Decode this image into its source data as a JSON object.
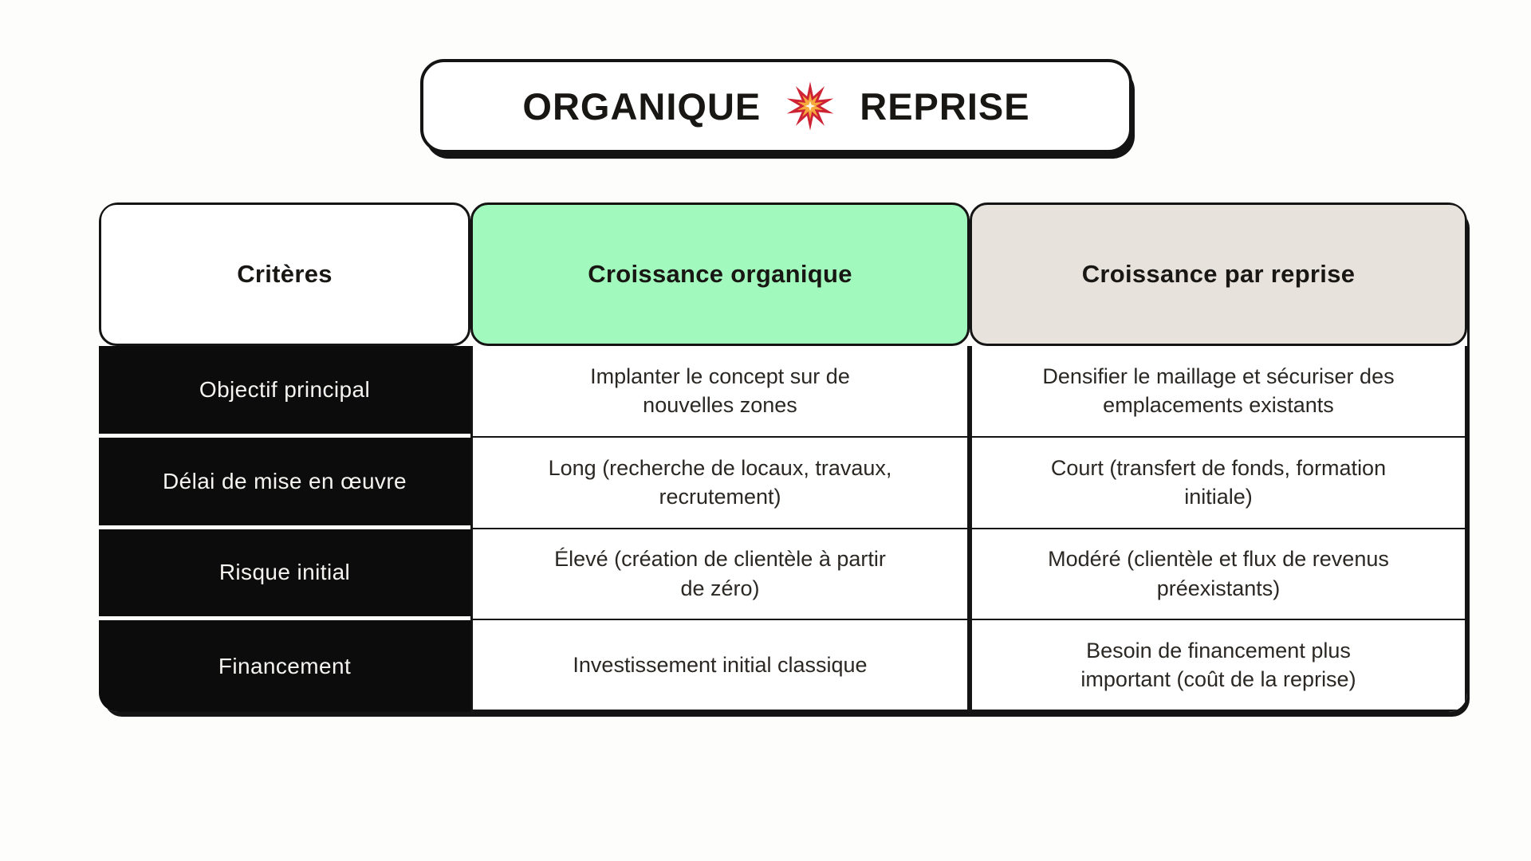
{
  "title": {
    "left": "ORGANIQUE",
    "right": "REPRISE",
    "icon": {
      "name": "collision-burst",
      "char": "💥"
    }
  },
  "table": {
    "columns": [
      {
        "label": "Critères",
        "bg": "#FFFFFF"
      },
      {
        "label": "Croissance organique",
        "bg": "#A2F9BD"
      },
      {
        "label": "Croissance par reprise",
        "bg": "#E8E2DD"
      }
    ],
    "rows": [
      {
        "criterion": "Objectif principal",
        "organique": "Implanter le concept sur de nouvelles zones",
        "reprise": "Densifier le maillage et sécuriser des emplacements existants"
      },
      {
        "criterion": "Délai de mise en œuvre",
        "organique": "Long (recherche de locaux, travaux, recrutement)",
        "reprise": "Court (transfert de fonds, formation initiale)"
      },
      {
        "criterion": "Risque initial",
        "organique": "Élevé (création de clientèle à partir de zéro)",
        "reprise": "Modéré (clientèle et flux de revenus préexistants)"
      },
      {
        "criterion": "Financement",
        "organique": "Investissement initial classique",
        "reprise": "Besoin de financement plus important (coût de la reprise)"
      }
    ],
    "colors": {
      "accent_green": "#A2F9BD",
      "accent_beige": "#E8E2DD",
      "row_header_black": "#0C0C0C",
      "border_black": "#141414",
      "page_background": "#FDFDFC"
    }
  }
}
